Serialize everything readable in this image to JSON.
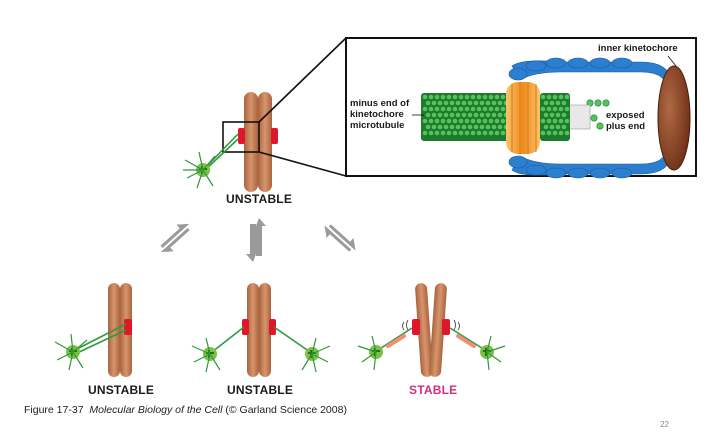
{
  "labels": {
    "top_state": "UNSTABLE",
    "bottom_left_state": "UNSTABLE",
    "bottom_mid_state": "UNSTABLE",
    "bottom_right_state": "STABLE"
  },
  "inset": {
    "inner_kinetochore": "inner kinetochore",
    "minus_end": [
      "minus end of",
      "kinetochore",
      "microtubule"
    ],
    "plus_end": [
      "exposed",
      "plus end"
    ]
  },
  "caption": {
    "figure_number": "Figure 17-37",
    "book_title": "Molecular Biology of the Cell",
    "publisher": "(© Garland Science 2008)"
  },
  "page_number": "22",
  "colors": {
    "chromosome": "#c8845e",
    "kinetochore": "#e0162b",
    "microtubule": "#2e9a3c",
    "centrosome": "#7cc242",
    "arrow": "#9a9a9a",
    "stable_label": "#d2307e",
    "tension_link": "#f08f78",
    "ndc80_blue": "#2b7fce",
    "dam1_ring": "#f5a623",
    "inner_plate": "#8a3f22"
  }
}
